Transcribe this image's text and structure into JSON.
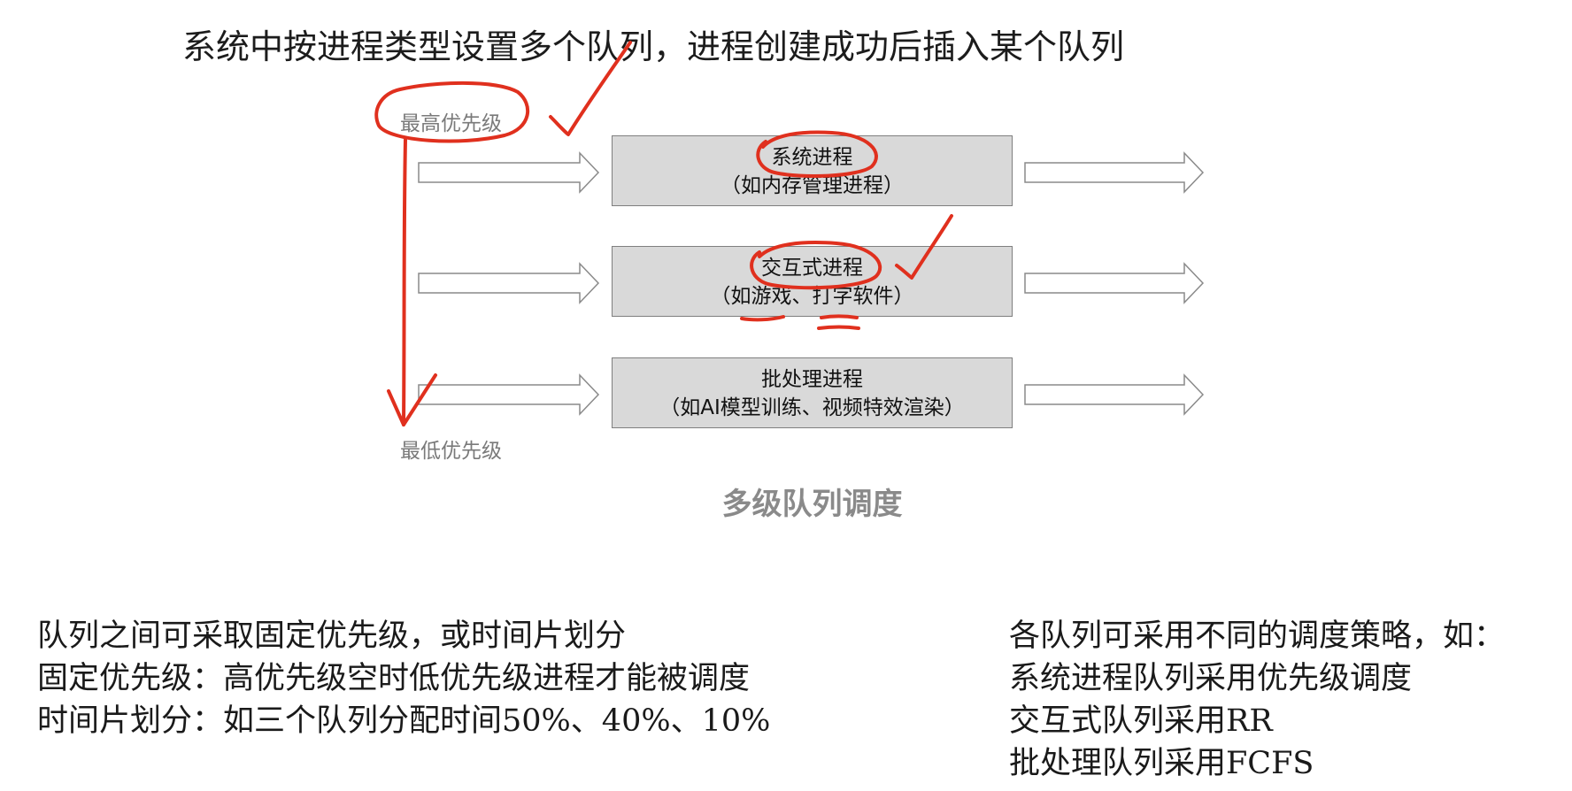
{
  "title": "系统中按进程类型设置多个队列，进程创建成功后插入某个队列",
  "priority": {
    "highest": "最高优先级",
    "lowest": "最低优先级"
  },
  "queues": [
    {
      "name": "系统进程",
      "example": "（如内存管理进程）"
    },
    {
      "name": "交互式进程",
      "example": "（如游戏、打字软件）"
    },
    {
      "name": "批处理进程",
      "example": "（如AI模型训练、视频特效渲染）"
    }
  ],
  "caption": "多级队列调度",
  "left_notes": [
    "队列之间可采取固定优先级，或时间片划分",
    "固定优先级：高优先级空时低优先级进程才能被调度",
    "时间片划分：如三个队列分配时间50%、40%、10%"
  ],
  "right_notes": [
    "各队列可采用不同的调度策略，如：",
    "系统进程队列采用优先级调度",
    "交互式队列采用RR",
    "批处理队列采用FCFS"
  ],
  "colors": {
    "annotation": "#e0301e",
    "box_fill": "#d9d9d9",
    "box_border": "#7f7f7f",
    "label_gray": "#7a7a7a"
  }
}
